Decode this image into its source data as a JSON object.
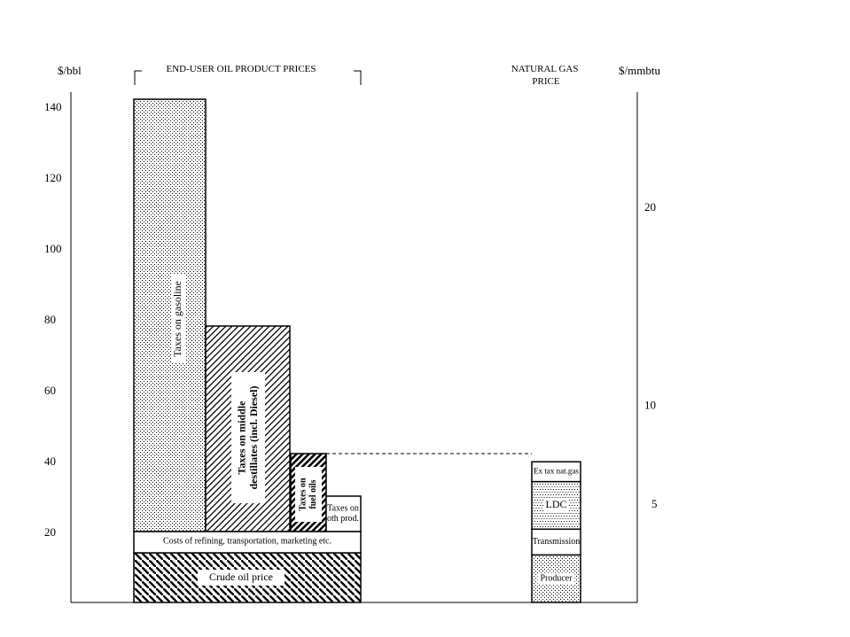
{
  "chart_data": {
    "type": "bar",
    "title": "",
    "left_axis": {
      "label": "$/bbl",
      "ticks": [
        20,
        40,
        60,
        80,
        100,
        120,
        140
      ],
      "range": [
        0,
        142
      ]
    },
    "right_axis": {
      "label": "$/mmbtu",
      "ticks": [
        5,
        10,
        20
      ],
      "range": [
        0,
        25.4
      ]
    },
    "group_labels": {
      "oil": "END-USER OIL PRODUCT PRICES",
      "gas": "NATURAL GAS PRICE"
    },
    "oil_components": {
      "crude": {
        "label": "Crude oil price",
        "from": 0,
        "to": 14
      },
      "refining": {
        "label": "Costs of refining, transportation, marketing etc.",
        "from": 14,
        "to": 20
      }
    },
    "oil_taxes": [
      {
        "name": "gasoline",
        "label": "Taxes on gasoline",
        "from": 20,
        "to": 142,
        "pattern": "dots"
      },
      {
        "name": "diesel",
        "label_lines": [
          "Taxes on middle",
          "destillates (incl. Diesel)"
        ],
        "from": 20,
        "to": 78,
        "pattern": "diag"
      },
      {
        "name": "fueloils",
        "label_lines": [
          "Taxes on",
          "fuel oils"
        ],
        "from": 20,
        "to": 42,
        "pattern": "diag-heavy"
      },
      {
        "name": "othprod",
        "label_lines": [
          "Taxes on",
          "oth prod."
        ],
        "from": 20,
        "to": 30,
        "pattern": "none"
      }
    ],
    "gas_components": [
      {
        "label": "Producer",
        "from": 0,
        "to": 2.4,
        "pattern": "dots"
      },
      {
        "label": "Transmission",
        "from": 2.4,
        "to": 3.7,
        "pattern": "none"
      },
      {
        "label": "LDC",
        "from": 3.7,
        "to": 6.1,
        "pattern": "cross"
      },
      {
        "label": "Ex tax nat.gas",
        "from": 6.1,
        "to": 7.1,
        "pattern": "none"
      }
    ],
    "reference_line": {
      "value": 42,
      "style": "dashed"
    }
  },
  "colors": {
    "ink": "#000000",
    "background": "#ffffff"
  }
}
